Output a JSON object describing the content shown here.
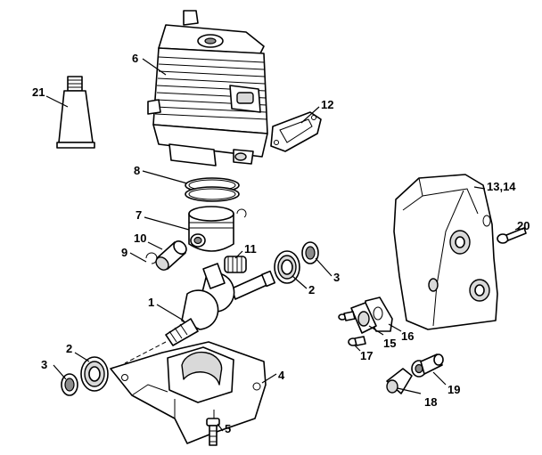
{
  "callouts": {
    "c1": "1",
    "c2a": "2",
    "c2b": "2",
    "c3a": "3",
    "c3b": "3",
    "c4": "4",
    "c5": "5",
    "c6": "6",
    "c7": "7",
    "c8": "8",
    "c9": "9",
    "c10": "10",
    "c11": "11",
    "c12": "12",
    "c13_14": "13,14",
    "c15": "15",
    "c16": "16",
    "c17": "17",
    "c18": "18",
    "c19": "19",
    "c20": "20",
    "c21": "21"
  }
}
